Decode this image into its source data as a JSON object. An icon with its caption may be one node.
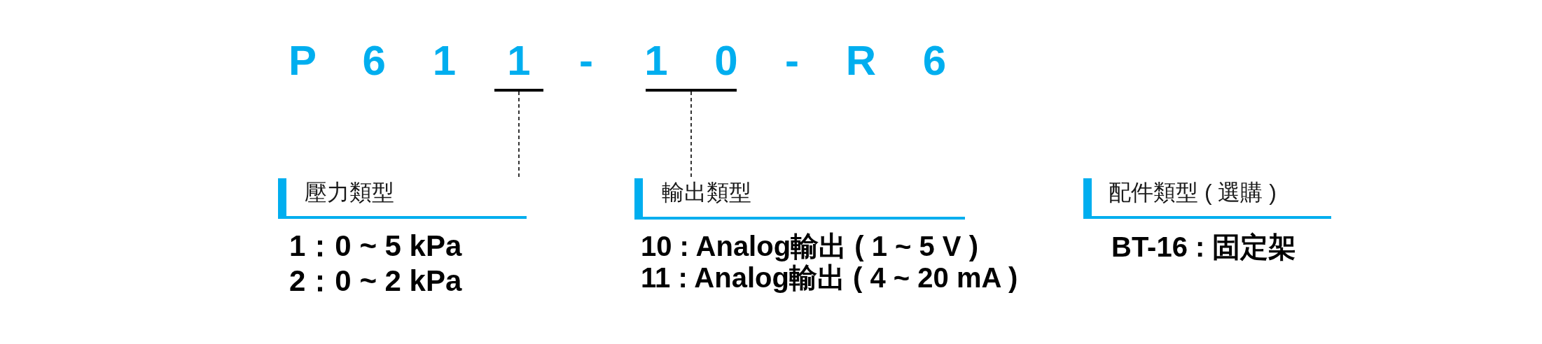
{
  "diagram": {
    "nodes": [
      {
        "text": [
          "1"
        ]
      },
      {
        "text": [
          "1 0"
        ]
      },
      {
        "text": [
          "壓力類型"
        ],
        "beside": [
          "1：0 ~ 5 kPa",
          "2：0 ~ 2 kPa"
        ]
      },
      {
        "text": [
          "輸出類型"
        ],
        "beside": [
          "10 : Analog輸出 ( 1 ~ 5 V )",
          "11 : Analog輸出 ( 4 ~ 20 mA )"
        ]
      },
      {
        "text": [
          "配件類型 ( 選購 )"
        ],
        "beside": [
          "BT-16 : 固定架"
        ]
      }
    ],
    "edges": [
      {
        "from": 0,
        "to": 2,
        "arrow": "none",
        "style": "dashed"
      },
      {
        "from": 1,
        "to": 3,
        "arrow": "none",
        "style": "dashed"
      }
    ],
    "labels": [
      "P 6 1",
      "-",
      "- R 6"
    ]
  }
}
